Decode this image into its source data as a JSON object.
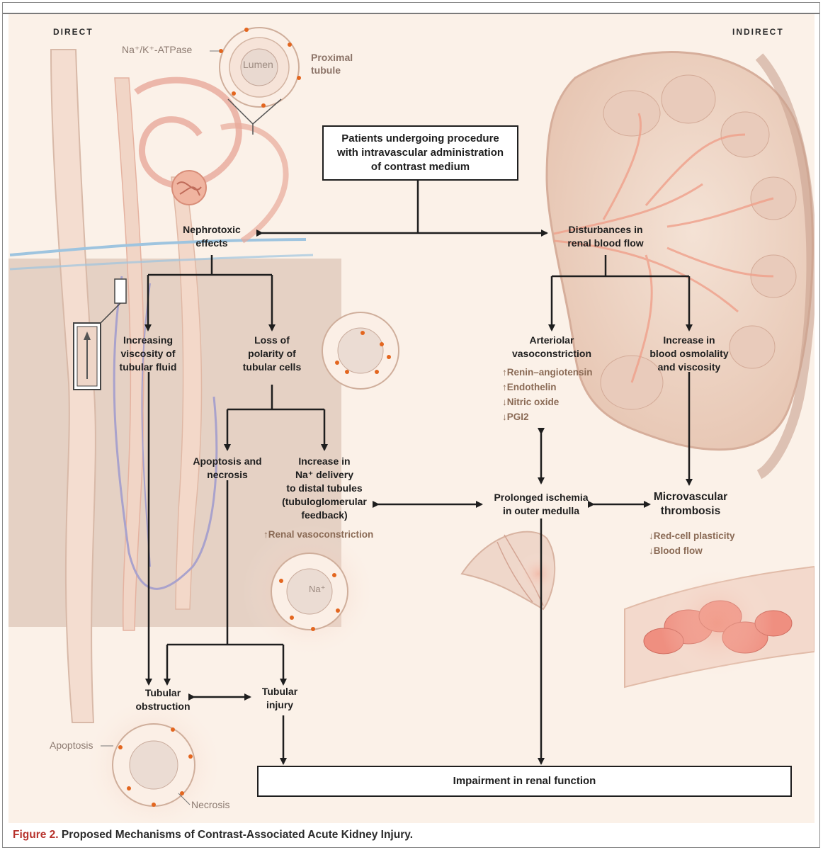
{
  "corners": {
    "direct": "DIRECT",
    "indirect": "INDIRECT"
  },
  "boxes": {
    "start": "Patients undergoing procedure\nwith intravascular administration\nof contrast medium",
    "end": "Impairment in renal function"
  },
  "nodes": {
    "nephrotoxic": "Nephrotoxic\neffects",
    "disturbances": "Disturbances in\nrenal blood flow",
    "viscosity": "Increasing\nviscosity of\ntubular fluid",
    "polarity": "Loss of\npolarity of\ntubular cells",
    "arteriolar": "Arteriolar\nvasoconstriction",
    "osmolality": "Increase in\nblood osmolality\nand viscosity",
    "apoptosis": "Apoptosis and\nnecrosis",
    "na_delivery": "Increase in\nNa⁺ delivery\nto distal tubules\n(tubuloglomerular\nfeedback)",
    "ischemia": "Prolonged ischemia\nin outer medulla",
    "thrombosis": "Microvascular\nthrombosis",
    "obstruction": "Tubular\nobstruction",
    "injury": "Tubular\ninjury"
  },
  "subtexts": {
    "arteriolar": "↑Renin–angiotensin\n↑Endothelin\n↓Nitric oxide\n↓PGI2",
    "renal_vaso": "↑Renal vasoconstriction",
    "thrombosis": "↓Red-cell plasticity\n↓Blood flow"
  },
  "labels": {
    "pump": "Na⁺/K⁺-ATPase",
    "lumen": "Lumen",
    "proximal": "Proximal\ntubule",
    "na_cell": "Na⁺",
    "apoptosis": "Apoptosis",
    "necrosis": "Necrosis"
  },
  "caption": {
    "figure": "Figure 2.",
    "text": " Proposed Mechanisms of Contrast-Associated Acute Kidney Injury."
  },
  "colors": {
    "background": "#fbf1e8",
    "accent_red": "#b7322c",
    "dot_orange": "#e3661f",
    "tissue_pink": "#f0b4a0"
  }
}
